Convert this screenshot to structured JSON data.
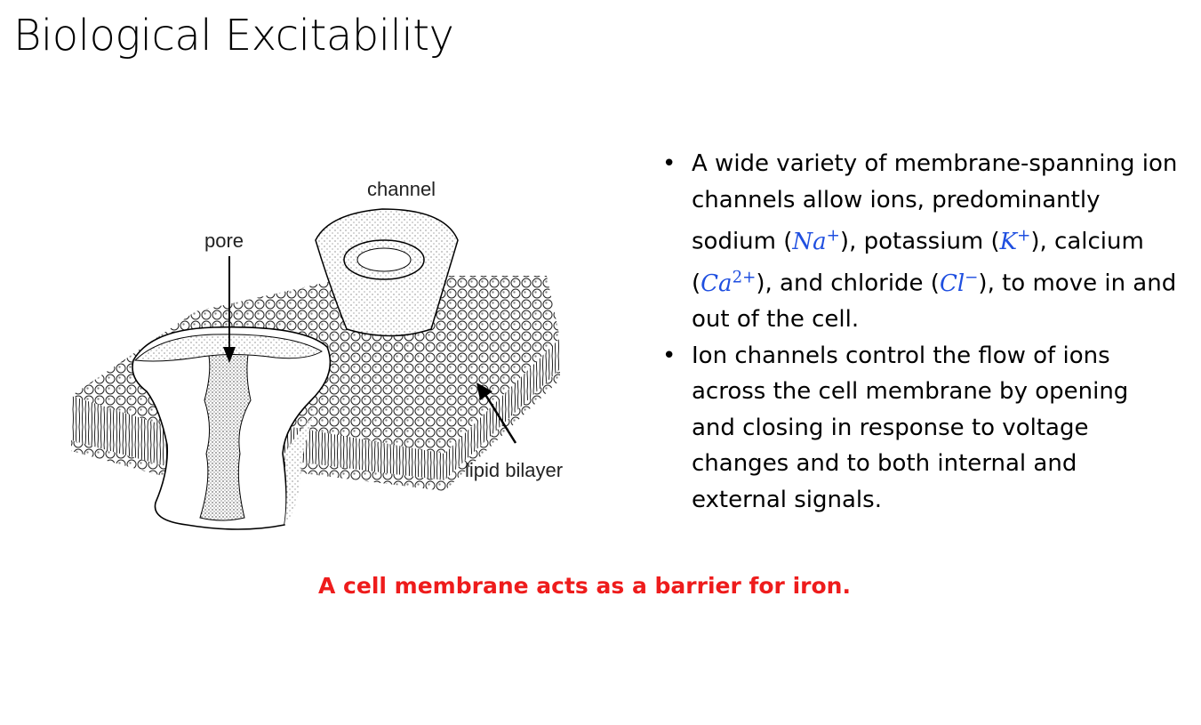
{
  "title": "Biological Excitability",
  "figure": {
    "labels": {
      "channel": "channel",
      "pore": "pore",
      "lipid_bilayer": "lipid bilayer"
    }
  },
  "bullets": [
    {
      "parts": [
        {
          "t": "A wide variety of membrane-spanning ion channels allow ions, predominantly sodium ("
        },
        {
          "t": "Na",
          "sup": "+"
        },
        {
          "t": "), potassium ("
        },
        {
          "t": "K",
          "sup": "+"
        },
        {
          "t": "), calcium ("
        },
        {
          "t": "Ca",
          "sup": "2+"
        },
        {
          "t": "), and chloride ("
        },
        {
          "t": "Cl",
          "sup": "−"
        },
        {
          "t": "), to move in and out of the cell."
        }
      ]
    },
    {
      "parts": [
        {
          "t": "Ion channels control the flow of ions across the cell membrane by opening and closing in response to voltage changes and to both internal and external signals."
        }
      ]
    }
  ],
  "caption": "A cell membrane acts as a barrier for iron.",
  "colors": {
    "math": "#1f4fe0",
    "caption": "#ee1c1c"
  }
}
